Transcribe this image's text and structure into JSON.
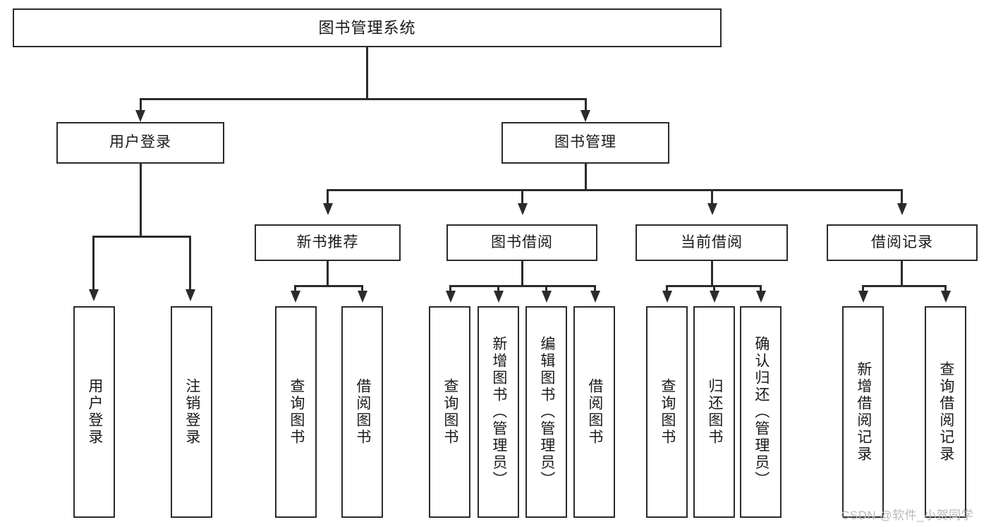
{
  "diagram": {
    "title": "图书管理系统",
    "type": "功能结构图",
    "root": {
      "label": "图书管理系统"
    },
    "level2": [
      {
        "label": "用户登录"
      },
      {
        "label": "图书管理"
      }
    ],
    "level3": [
      {
        "label": "新书推荐"
      },
      {
        "label": "图书借阅"
      },
      {
        "label": "当前借阅"
      },
      {
        "label": "借阅记录"
      }
    ],
    "leaves": {
      "user_login": [
        {
          "label": "用户登录"
        },
        {
          "label": "注销登录"
        }
      ],
      "new_book_recommend": [
        {
          "label": "查询图书"
        },
        {
          "label": "借阅图书"
        }
      ],
      "book_borrow": [
        {
          "label": "查询图书"
        },
        {
          "label": "新增图书（管理员）"
        },
        {
          "label": "编辑图书（管理员）"
        },
        {
          "label": "借阅图书"
        }
      ],
      "current_borrow": [
        {
          "label": "查询图书"
        },
        {
          "label": "归还图书"
        },
        {
          "label": "确认归还（管理员）"
        }
      ],
      "borrow_record": [
        {
          "label": "新增借阅记录"
        },
        {
          "label": "查询借阅记录"
        }
      ]
    }
  },
  "watermark": {
    "text": "CSDN @软件_小贺同学"
  },
  "colors": {
    "line": "#2b2b2b",
    "box_fill": "#ffffff",
    "text": "#1a1a1a",
    "watermark": "#b9b9b9",
    "background": "#ffffff"
  }
}
